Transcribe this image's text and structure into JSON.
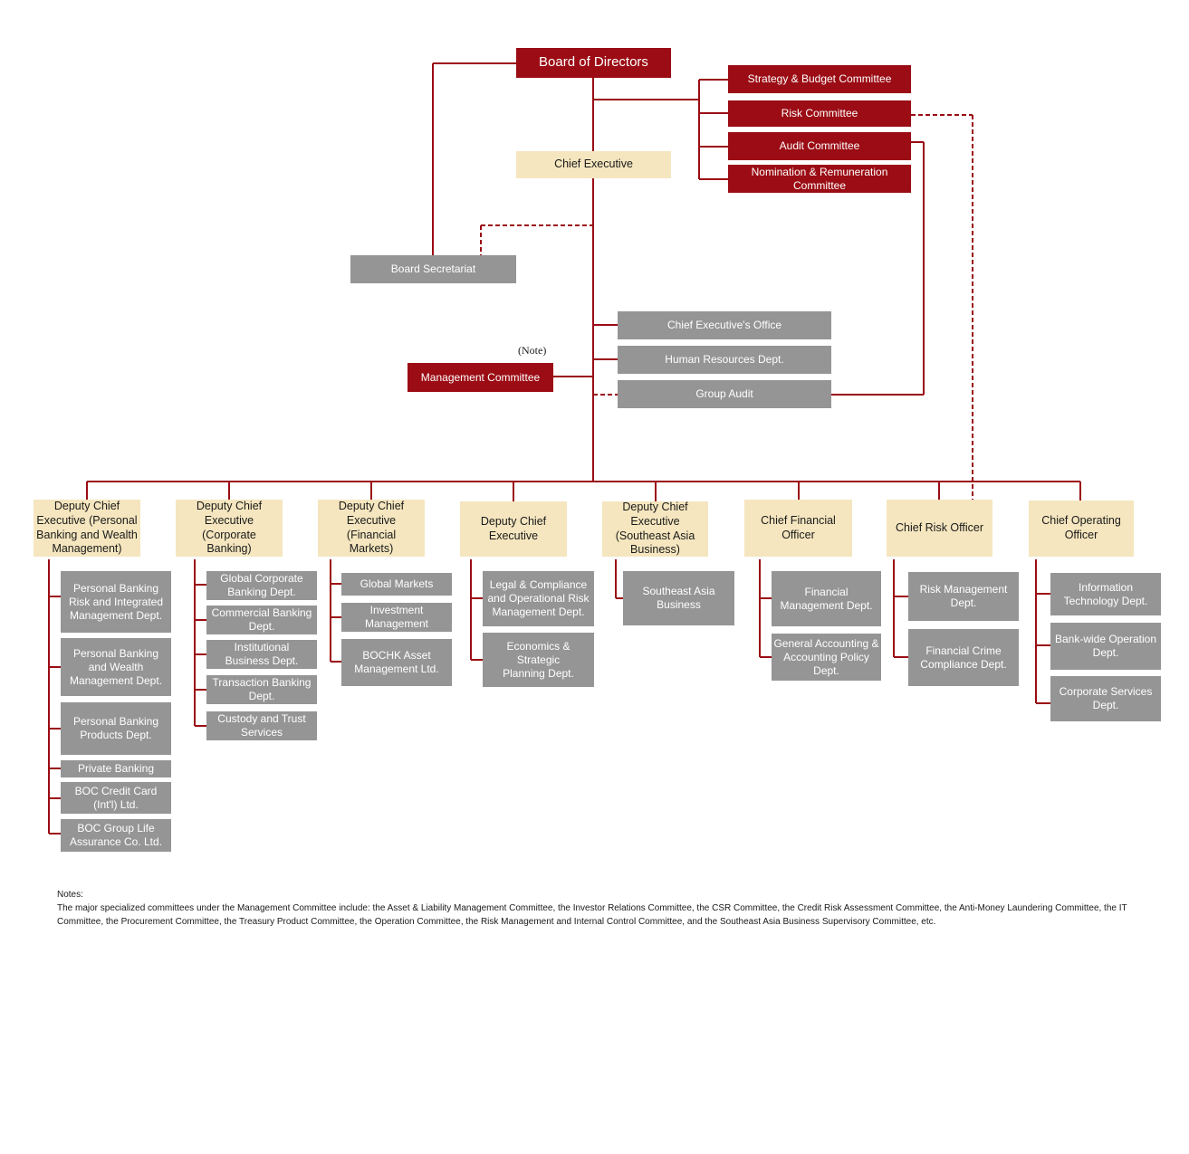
{
  "colors": {
    "board": "#9b0c14",
    "executive": "#f5e6bf",
    "department": "#959595",
    "line": "#9b0c14"
  },
  "board": "Board of Directors",
  "committees": [
    "Strategy & Budget Committee",
    "Risk Committee",
    "Audit Committee",
    "Nomination & Remuneration Committee"
  ],
  "chief_executive": "Chief Executive",
  "board_secretariat": "Board Secretariat",
  "ce_units": [
    "Chief Executive's Office",
    "Human Resources Dept.",
    "Group Audit"
  ],
  "management_committee": "Management Committee",
  "note_mark": "(Note)",
  "executives": [
    {
      "title": "Deputy Chief Executive (Personal Banking and Wealth Management)",
      "units": [
        "Personal Banking Risk and Integrated Management Dept.",
        "Personal Banking and Wealth Management Dept.",
        "Personal Banking Products Dept.",
        "Private Banking",
        "BOC Credit Card (Int'l) Ltd.",
        "BOC Group Life Assurance Co. Ltd."
      ]
    },
    {
      "title": "Deputy Chief Executive (Corporate Banking)",
      "units": [
        "Global Corporate Banking Dept.",
        "Commercial Banking Dept.",
        "Institutional Business Dept.",
        "Transaction Banking Dept.",
        "Custody and Trust Services"
      ]
    },
    {
      "title": "Deputy Chief Executive (Financial Markets)",
      "units": [
        "Global Markets",
        "Investment Management",
        "BOCHK Asset Management Ltd."
      ]
    },
    {
      "title": "Deputy Chief Executive",
      "units": [
        "Legal & Compliance and Operational Risk Management Dept.",
        "Economics & Strategic Planning Dept."
      ]
    },
    {
      "title": "Deputy Chief Executive (Southeast Asia Business)",
      "units": [
        "Southeast Asia Business"
      ]
    },
    {
      "title": "Chief Financial Officer",
      "units": [
        "Financial Management Dept.",
        "General Accounting & Accounting Policy Dept."
      ]
    },
    {
      "title": "Chief Risk Officer",
      "units": [
        "Risk Management Dept.",
        "Financial Crime Compliance Dept."
      ]
    },
    {
      "title": "Chief Operating Officer",
      "units": [
        "Information Technology Dept.",
        "Bank-wide Operation Dept.",
        "Corporate Services Dept."
      ]
    }
  ],
  "notes": {
    "heading": "Notes:",
    "text": "The major specialized committees under the Management Committee include: the Asset & Liability Management Committee, the Investor Relations Committee, the CSR Committee, the Credit Risk Assessment Committee, the Anti-Money Laundering Committee, the IT Committee, the Procurement Committee, the Treasury Product Committee, the Operation Committee, the Risk Management and Internal Control Committee, and the Southeast Asia Business Supervisory Committee, etc."
  }
}
